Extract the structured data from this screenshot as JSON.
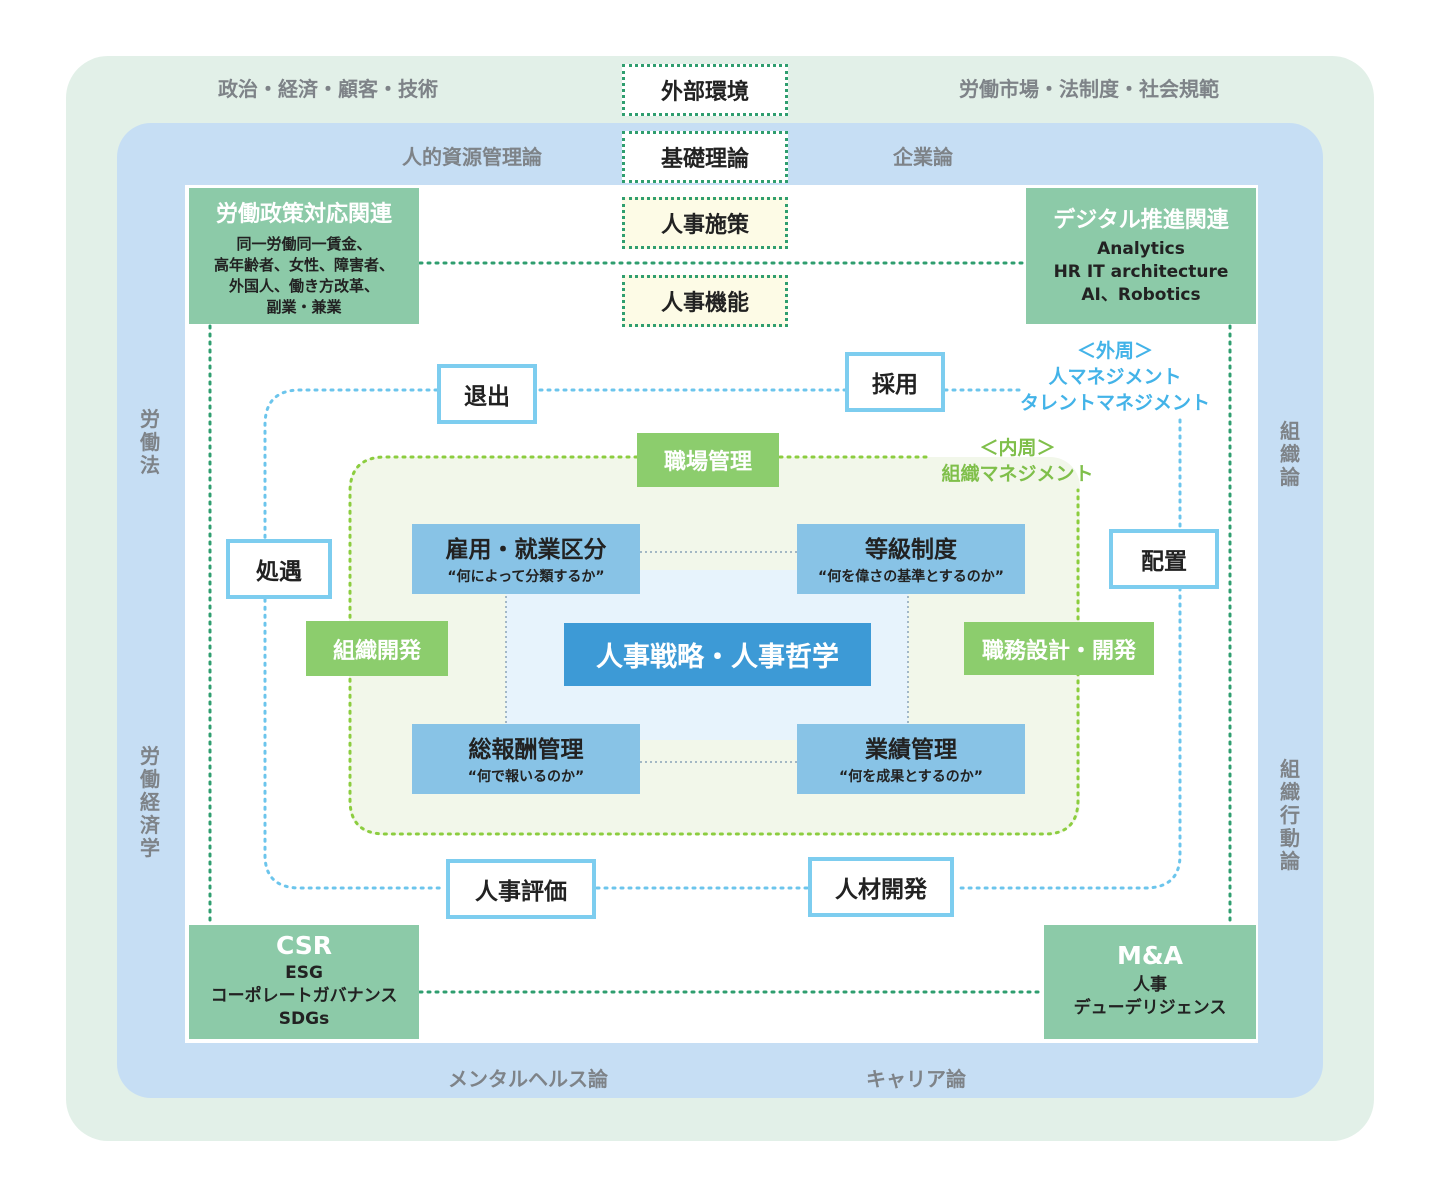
{
  "outer": {
    "top_left": "政治・経済・顧客・技術",
    "top_right": "労働市場・法制度・社会規範"
  },
  "blue_ring": {
    "top_left": "人的資源管理論",
    "top_right": "企業論",
    "bottom_left": "メンタルヘルス論",
    "bottom_right": "キャリア論",
    "left_upper": "労働法",
    "left_lower": "労働経済学",
    "right_upper": "組織論",
    "right_lower": "組織行動論"
  },
  "column": [
    "外部環境",
    "基礎理論",
    "人事施策",
    "人事機能"
  ],
  "corners": {
    "top_left": {
      "title": "労働政策対応関連",
      "lines": [
        "同一労働同一賃金、",
        "高年齢者、女性、障害者、",
        "外国人、働き方改革、",
        "副業・兼業"
      ]
    },
    "top_right": {
      "title": "デジタル推進関連",
      "lines": [
        "Analytics",
        "HR IT architecture",
        "AI、Robotics"
      ]
    },
    "bottom_left": {
      "title": "CSR",
      "lines": [
        "ESG",
        "コーポレートガバナンス",
        "SDGs"
      ]
    },
    "bottom_right": {
      "title": "M&A",
      "lines": [
        "人事",
        "デューデリジェンス"
      ]
    }
  },
  "outer_cycle": {
    "heading": "＜外周＞",
    "line1": "人マネジメント",
    "line2": "タレントマネジメント",
    "items": [
      "退出",
      "採用",
      "配置",
      "人材開発",
      "人事評価",
      "処遇"
    ]
  },
  "inner_cycle": {
    "heading": "＜内周＞",
    "line1": "組織マネジメント",
    "items": [
      "職場管理",
      "職務設計・開発",
      "組織開発"
    ]
  },
  "core_boxes": [
    {
      "title": "雇用・就業区分",
      "sub": "“何によって分類するか”"
    },
    {
      "title": "等級制度",
      "sub": "“何を偉さの基準とするのか”"
    },
    {
      "title": "総報酬管理",
      "sub": "“何で報いるのか”"
    },
    {
      "title": "業績管理",
      "sub": "“何を成果とするのか”"
    }
  ],
  "center": "人事戦略・人事哲学",
  "colors": {
    "outer": "#e2f0e8",
    "blue": "#c6def4",
    "green_card": "#8ccaa8",
    "cyan": "#7dcdef",
    "green_btn": "#8ccd6d",
    "core": "#88c3e6",
    "center": "#3d9ad6"
  }
}
